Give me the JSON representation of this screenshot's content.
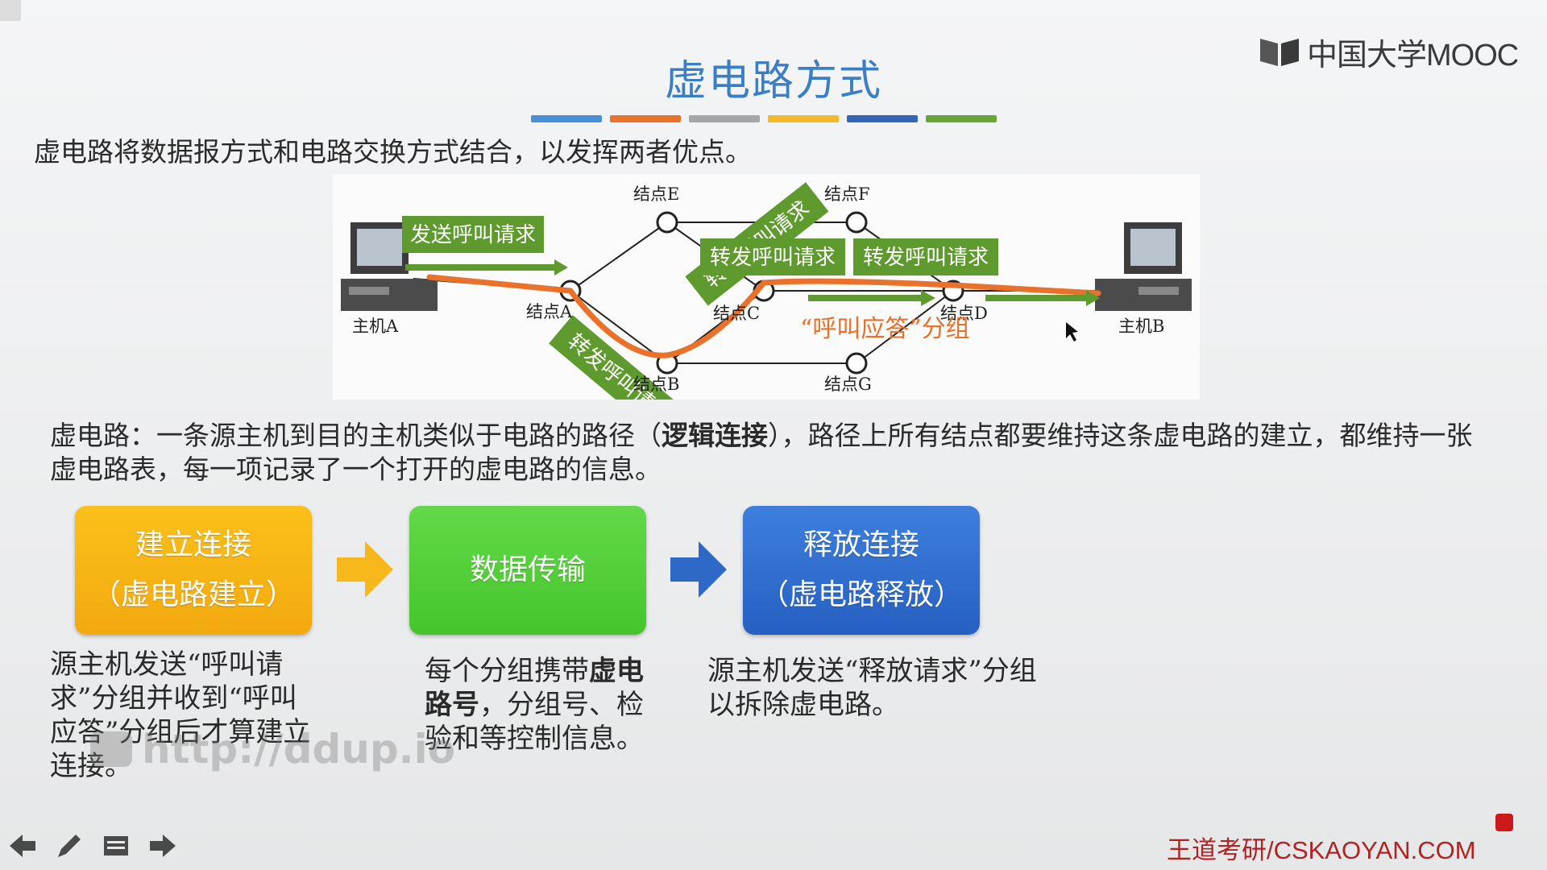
{
  "header": {
    "title": "虚电路方式",
    "logo_text": "中国大学MOOC",
    "color_bar": [
      "#4a90d6",
      "#e8742c",
      "#a6a6a6",
      "#f3b92c",
      "#3366b8",
      "#6aa637"
    ]
  },
  "intro": "虚电路将数据报方式和电路交换方式结合，以发挥两者优点。",
  "diagram": {
    "hosts": {
      "a": "主机A",
      "b": "主机B"
    },
    "nodes": {
      "a": "结点A",
      "b": "结点B",
      "c": "结点C",
      "d": "结点D",
      "e": "结点E",
      "f": "结点F",
      "g": "结点G"
    },
    "labels": {
      "send_request": "发送呼叫请求",
      "forward1": "转发呼叫请求",
      "forward2": "转发呼叫请求",
      "forward3": "转发呼叫请求",
      "forward4": "转发呼叫请求",
      "reply": "“呼叫应答”分组"
    },
    "colors": {
      "path": "#e9712a",
      "label_bg": "#5f9a2f",
      "node": "#ffffff"
    }
  },
  "vc_def": {
    "prefix": "虚电路：一条源主机到目的主机类似于电路的路径（",
    "bold": "逻辑连接",
    "suffix": "），路径上所有结点都要维持这条虚电路的建立，都维持一张虚电路表，每一项记录了一个打开的虚电路的信息。"
  },
  "steps": [
    {
      "line1": "建立连接",
      "line2": "（虚电路建立）"
    },
    {
      "line1": "数据传输",
      "line2": ""
    },
    {
      "line1": "释放连接",
      "line2": "（虚电路释放）"
    }
  ],
  "descs": {
    "d1": "源主机发送“呼叫请求”分组并收到“呼叫应答”分组后才算建立连接。",
    "d2_prefix": "每个分组携带",
    "d2_bold": "虚电路号",
    "d2_suffix": "，分组号、检验和等控制信息。",
    "d3": "源主机发送“释放请求”分组以拆除虚电路。"
  },
  "watermark": "http://ddup.io",
  "footer": {
    "brand": "王道考研/CSKAOYAN.COM"
  },
  "toolbar": [
    "arrow-left-icon",
    "pen-icon",
    "menu-icon",
    "arrow-right-icon"
  ]
}
